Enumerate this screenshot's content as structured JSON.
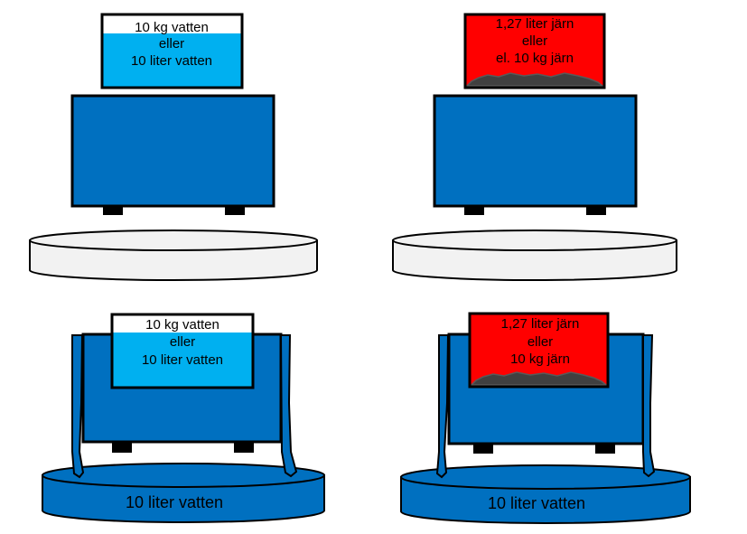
{
  "colors": {
    "water": "#00b0f0",
    "iron_box": "#ff0000",
    "iron_pile": "#404040",
    "blue_block": "#0070c0",
    "dark_blue": "#1f4e79",
    "disc_grey": "#f2f2f2",
    "outline": "#000000"
  },
  "scenes": [
    {
      "water_fill_fraction": 0.8,
      "label_lines": [
        "10 kg vatten",
        "eller",
        "10 liter vatten"
      ]
    },
    {
      "label_lines": [
        "1,27 liter järn",
        "eller",
        "el. 10 kg järn"
      ]
    },
    {
      "water_fill_fraction": 0.8,
      "label_lines": [
        "10 kg vatten",
        "eller",
        "10 liter vatten"
      ],
      "basin_label": "10 liter vatten"
    },
    {
      "label_lines": [
        "1,27 liter järn",
        "eller",
        "10 kg järn"
      ],
      "basin_label": "10 liter vatten"
    }
  ]
}
